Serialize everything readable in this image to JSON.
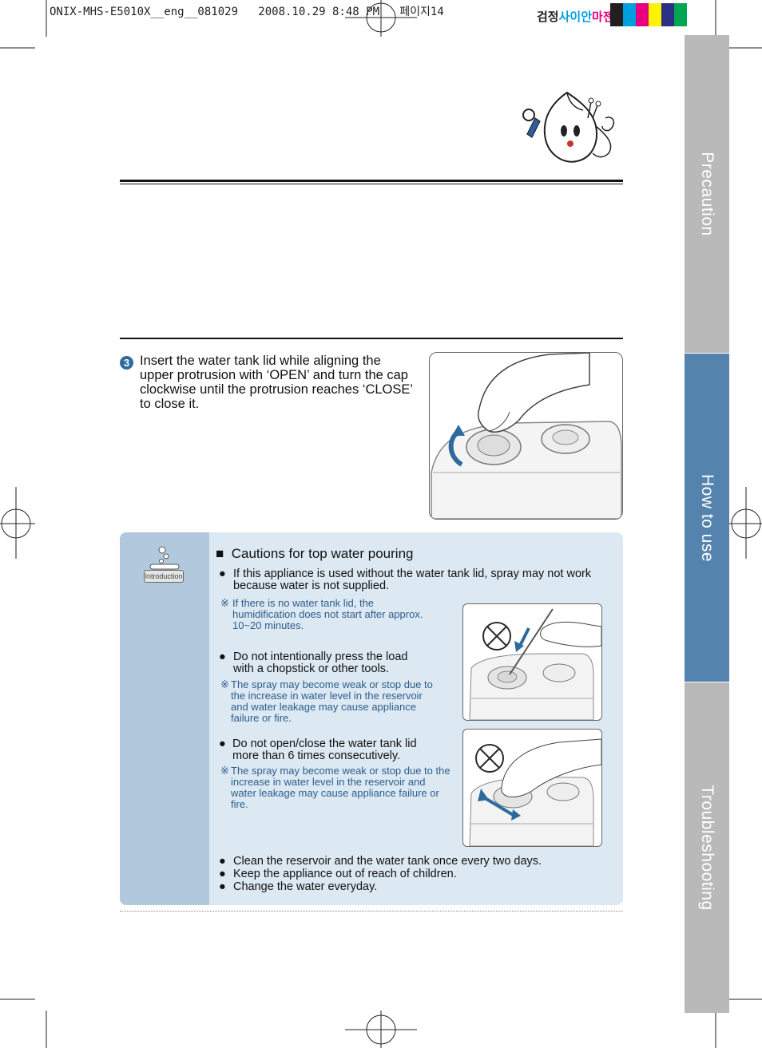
{
  "header": {
    "file_line": "ONIX-MHS-E5010X__eng__081029   2008.10.29 8:48 PM   페이지14",
    "color_labels": "검정사이안마젠타노랑",
    "swatches": [
      "#231f20",
      "#00a0e0",
      "#e6007e",
      "#fff200",
      "#2b2f86",
      "#00a651"
    ]
  },
  "tabs": [
    {
      "label": "Precaution",
      "color": "#b9b9b9"
    },
    {
      "label": "How to use",
      "color": "#5483ad"
    },
    {
      "label": "Troubleshooting",
      "color": "#b9b9b9"
    }
  ],
  "step": {
    "number": "3",
    "text": "Insert the water tank lid while aligning the upper protrusion with ‘OPEN’ and turn the cap clockwise until the protrusion reaches ‘CLOSE’ to close it."
  },
  "caution": {
    "badge": "Introduction",
    "title": "Cautions for top water pouring",
    "items": [
      {
        "text": "If this appliance is used without the water tank lid, spray may not work because water is not supplied.",
        "note": "If there is no water tank lid, the humidification does not start after approx. 10~20 minutes."
      },
      {
        "text": "Do not intentionally press the load with a chopstick or other tools.",
        "note": "The spray may become weak or stop due to the increase in water level in the reservoir and water leakage may cause appliance failure or fire."
      },
      {
        "text": "Do not open/close the water tank lid more than 6 times consecutively.",
        "note": "The spray may become weak or stop due to the increase in water level in the reservoir and water leakage may cause appliance failure or fire."
      }
    ],
    "bottom_items": [
      "Clean the reservoir and the water tank once every two days.",
      "Keep the appliance out of reach of children.",
      "Change the water everyday."
    ],
    "note_symbol": "※",
    "bullet_symbol": "●",
    "title_symbol": "■"
  }
}
